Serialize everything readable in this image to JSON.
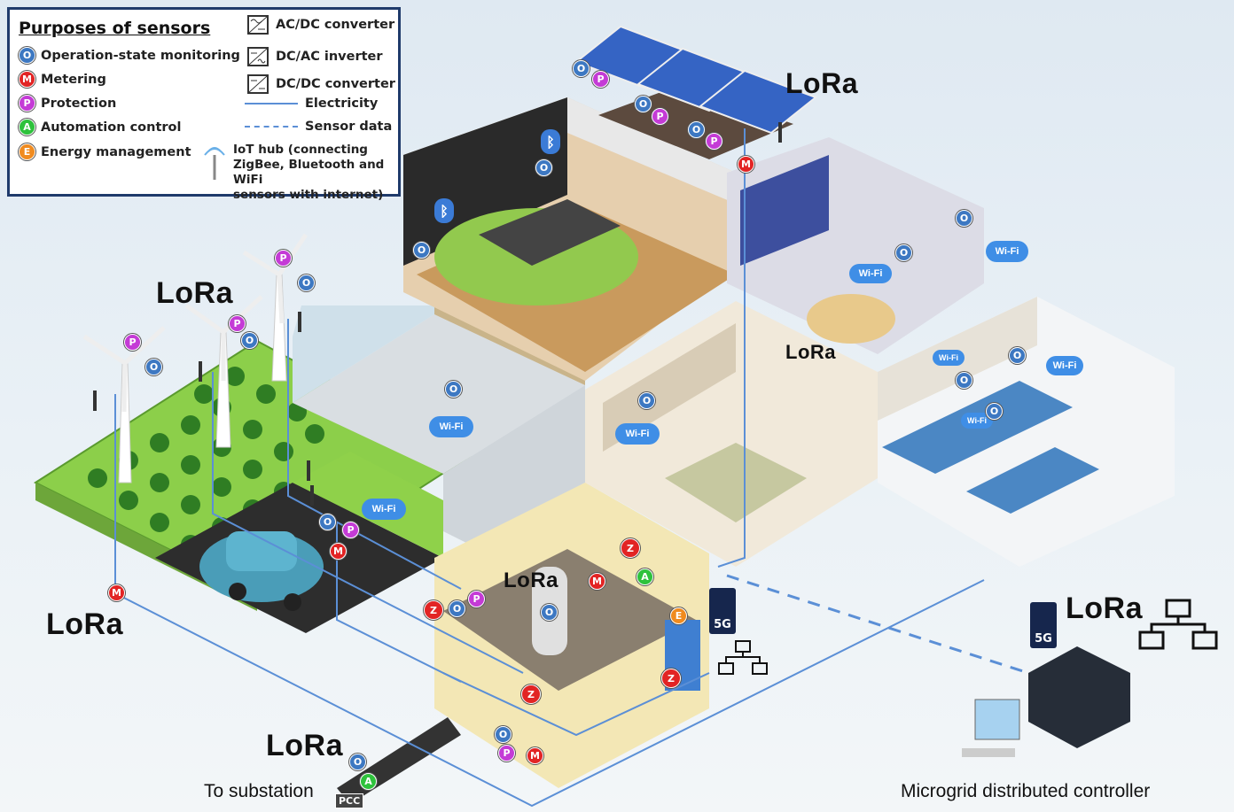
{
  "legend": {
    "title": "Purposes of sensors",
    "purposes": [
      {
        "badge": "O",
        "label": "Operation-state monitoring",
        "color": "#3d78c2"
      },
      {
        "badge": "M",
        "label": "Metering",
        "color": "#e22424"
      },
      {
        "badge": "P",
        "label": "Protection",
        "color": "#c43bd6"
      },
      {
        "badge": "A",
        "label": "Automation control",
        "color": "#2ec23c"
      },
      {
        "badge": "E",
        "label": "Energy management",
        "color": "#f08b1f"
      }
    ],
    "acdc": "AC/DC converter",
    "dcac": "DC/AC inverter",
    "dcdc": "DC/DC converter",
    "electricity": "Electricity",
    "sensor_data": "Sensor data",
    "hub_line1": "IoT hub (connecting",
    "hub_line2": "ZigBee, Bluetooth and WiFi",
    "hub_line3": "sensors with internet)"
  },
  "labels": {
    "lora": "LoRa",
    "wifi": "Wi-Fi",
    "g5": "5G",
    "zigbee": "ZigBee",
    "to_substation": "To substation",
    "pcc": "PCC",
    "controller": "Microgrid distributed controller"
  },
  "badges": {
    "o": "O",
    "m": "M",
    "p": "P",
    "a": "A",
    "e": "E"
  },
  "colors": {
    "electricity_line": "#5b8fd6",
    "legend_border": "#1f3a6b"
  }
}
